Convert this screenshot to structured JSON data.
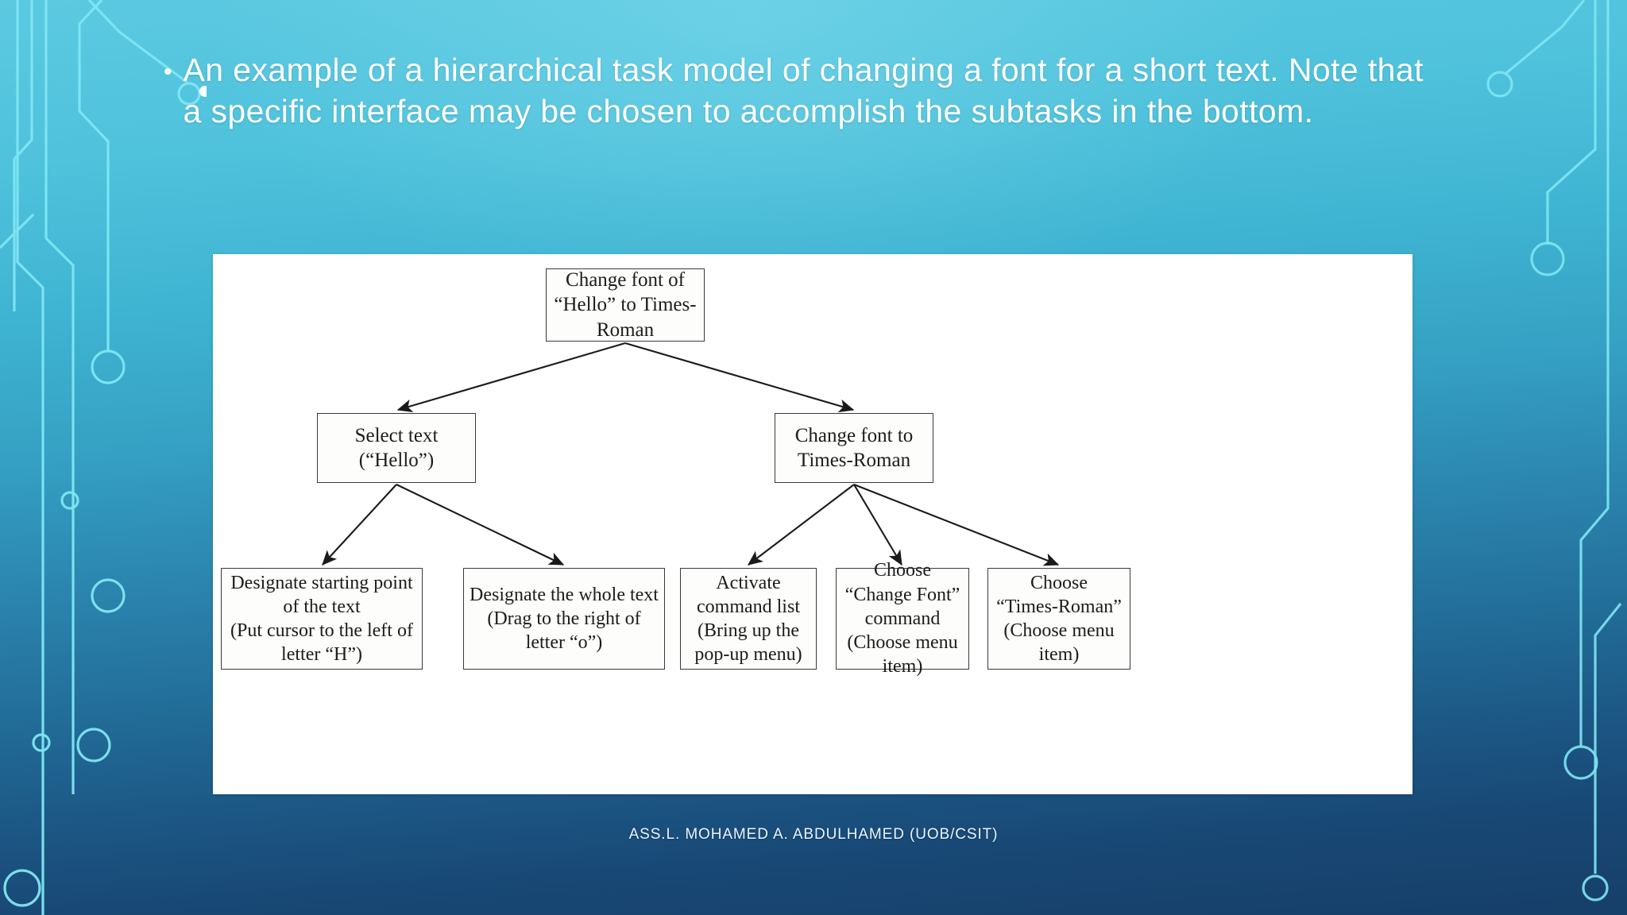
{
  "slide": {
    "bullet_marker": "•",
    "body_text": "An example of a hierarchical task model of changing a font for a short text. Note that a specific interface may be chosen to accomplish the subtasks in the bottom.",
    "footer": "ASS.L. MOHAMED A. ABDULHAMED (UOB/CSIT)"
  },
  "theme": {
    "background_top": "#5cc9e1",
    "background_bottom": "#163f69",
    "circuit_stroke": "#7fe6f2",
    "panel_background": "#ffffff",
    "node_border": "#3a3a3a",
    "node_text": "#1c1c1c",
    "footer_text": "#eaf4fb"
  },
  "chart_data": {
    "type": "diagram",
    "title": "Hierarchical task model of changing a font",
    "orientation": "top-down-tree",
    "nodes": [
      {
        "id": "root",
        "level": 0,
        "lines": [
          "Change font of",
          "“Hello” to Times-",
          "Roman"
        ]
      },
      {
        "id": "mid-left",
        "level": 1,
        "lines": [
          "Select text",
          "(“Hello”)"
        ]
      },
      {
        "id": "mid-right",
        "level": 1,
        "lines": [
          "Change font to",
          "Times-Roman"
        ]
      },
      {
        "id": "leaf-1",
        "level": 2,
        "lines": [
          "Designate starting point",
          "of the text",
          "(Put cursor to the left of",
          "letter “H”)"
        ]
      },
      {
        "id": "leaf-2",
        "level": 2,
        "lines": [
          "Designate the whole text",
          "(Drag to the right of",
          "letter “o”)"
        ]
      },
      {
        "id": "leaf-3",
        "level": 2,
        "lines": [
          "Activate",
          "command list",
          "(Bring up the",
          "pop-up menu)"
        ]
      },
      {
        "id": "leaf-4",
        "level": 2,
        "lines": [
          "Choose",
          "“Change Font”",
          "command",
          "(Choose menu",
          "item)"
        ]
      },
      {
        "id": "leaf-5",
        "level": 2,
        "lines": [
          "Choose",
          "“Times-Roman”",
          "(Choose menu",
          "item)"
        ]
      }
    ],
    "edges": [
      {
        "from": "root",
        "to": "mid-left"
      },
      {
        "from": "root",
        "to": "mid-right"
      },
      {
        "from": "mid-left",
        "to": "leaf-1"
      },
      {
        "from": "mid-left",
        "to": "leaf-2"
      },
      {
        "from": "mid-right",
        "to": "leaf-3"
      },
      {
        "from": "mid-right",
        "to": "leaf-4"
      },
      {
        "from": "mid-right",
        "to": "leaf-5"
      }
    ]
  }
}
